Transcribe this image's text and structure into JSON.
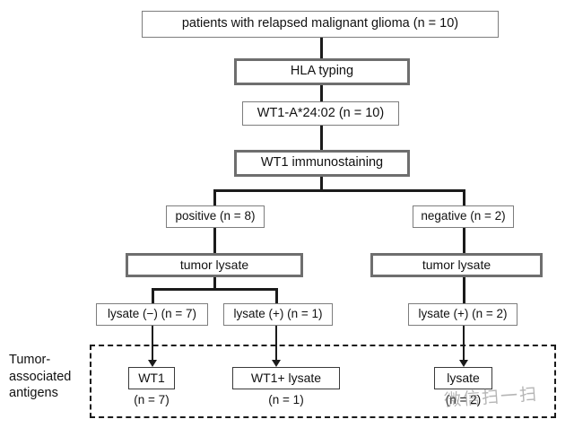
{
  "diagram": {
    "title_box": {
      "label": "patients with relapsed malignant glioma (n = 10)"
    },
    "hla_box": {
      "label": "HLA typing"
    },
    "wt1a_box": {
      "label": "WT1-A*24:02 (n = 10)"
    },
    "immuno_box": {
      "label": "WT1 immunostaining"
    },
    "positive_box": {
      "label": "positive (n = 8)"
    },
    "negative_box": {
      "label": "negative (n = 2)"
    },
    "tumor_lysate_left": {
      "label": "tumor lysate"
    },
    "tumor_lysate_right": {
      "label": "tumor lysate"
    },
    "lysate_neg_box": {
      "label": "lysate (−) (n = 7)"
    },
    "lysate_pos_box": {
      "label": "lysate (+) (n = 1)"
    },
    "lysate_pos_right_box": {
      "label": "lysate (+) (n = 2)"
    },
    "group_label": "Tumor-\nassociated\nantigens",
    "outcome_wt1": {
      "label": "WT1",
      "count": "(n = 7)"
    },
    "outcome_wt1_lysate": {
      "label": "WT1+ lysate",
      "count": "(n = 1)"
    },
    "outcome_lysate": {
      "label": "lysate",
      "count": "(n = 2)"
    },
    "watermark_text": "微信扫一扫"
  },
  "colors": {
    "line": "#1b1b1b",
    "thin_border": "#7d7d7d",
    "thick_border": "#6e6e6e",
    "text": "#111111",
    "background": "#ffffff"
  }
}
